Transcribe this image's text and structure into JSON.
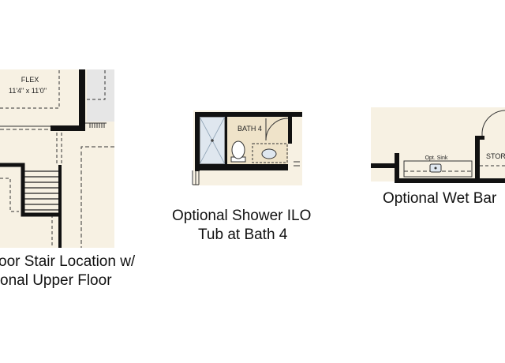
{
  "plans": {
    "stair": {
      "room_name": "FLEX",
      "room_dims": "11'4\" x 11'0\"",
      "caption_line1": "oor Stair Location w/",
      "caption_line2": "onal Upper Floor"
    },
    "shower": {
      "room_name": "BATH 4",
      "caption_line1": "Optional Shower ILO",
      "caption_line2": "Tub at Bath 4"
    },
    "wetbar": {
      "sink_label": "Opt. Sink",
      "room_name": "STOR",
      "caption": "Optional Wet Bar"
    }
  },
  "colors": {
    "floor_fill": "#f7f1e3",
    "wall": "#111111",
    "bath_fill": "#efe3c9",
    "shower_fill": "#dfe7ef",
    "gray_area": "#e6e6e6"
  }
}
